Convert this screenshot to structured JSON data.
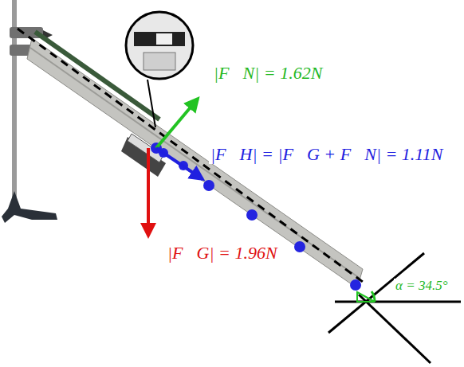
{
  "diagram": {
    "labels": [
      "|F⃗N| = 1.62N",
      "|F⃗H| = |F⃗G + F⃗N| = 1.11N",
      "|F⃗G| = 1.96N",
      "α = 34.5°"
    ]
  }
}
